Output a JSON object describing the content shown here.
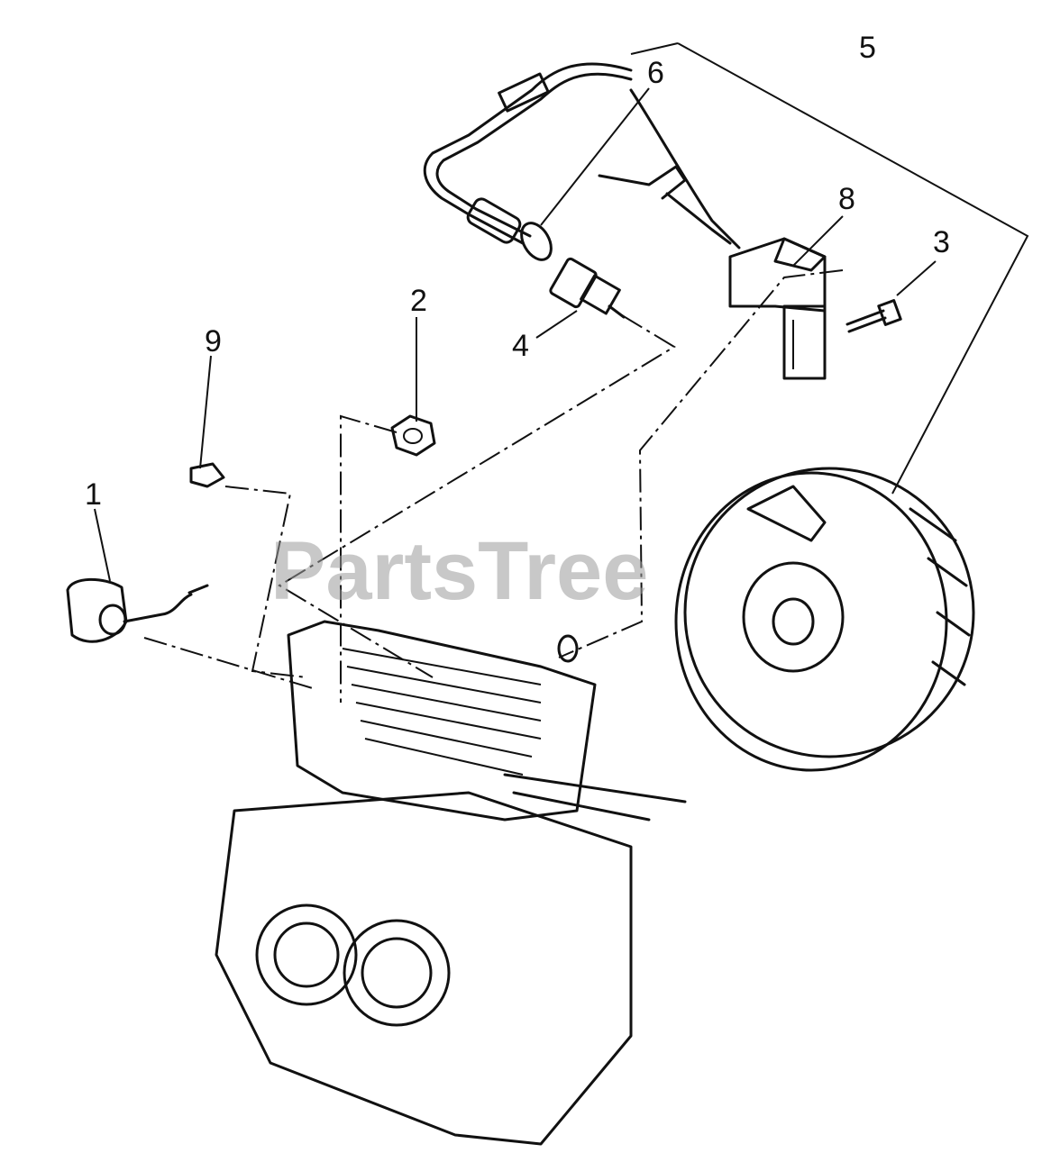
{
  "watermark": "PartsTree",
  "callouts": [
    {
      "id": "1",
      "label": "1"
    },
    {
      "id": "2",
      "label": "2"
    },
    {
      "id": "3",
      "label": "3"
    },
    {
      "id": "4",
      "label": "4"
    },
    {
      "id": "5",
      "label": "5"
    },
    {
      "id": "6",
      "label": "6"
    },
    {
      "id": "8",
      "label": "8"
    },
    {
      "id": "9",
      "label": "9"
    }
  ]
}
